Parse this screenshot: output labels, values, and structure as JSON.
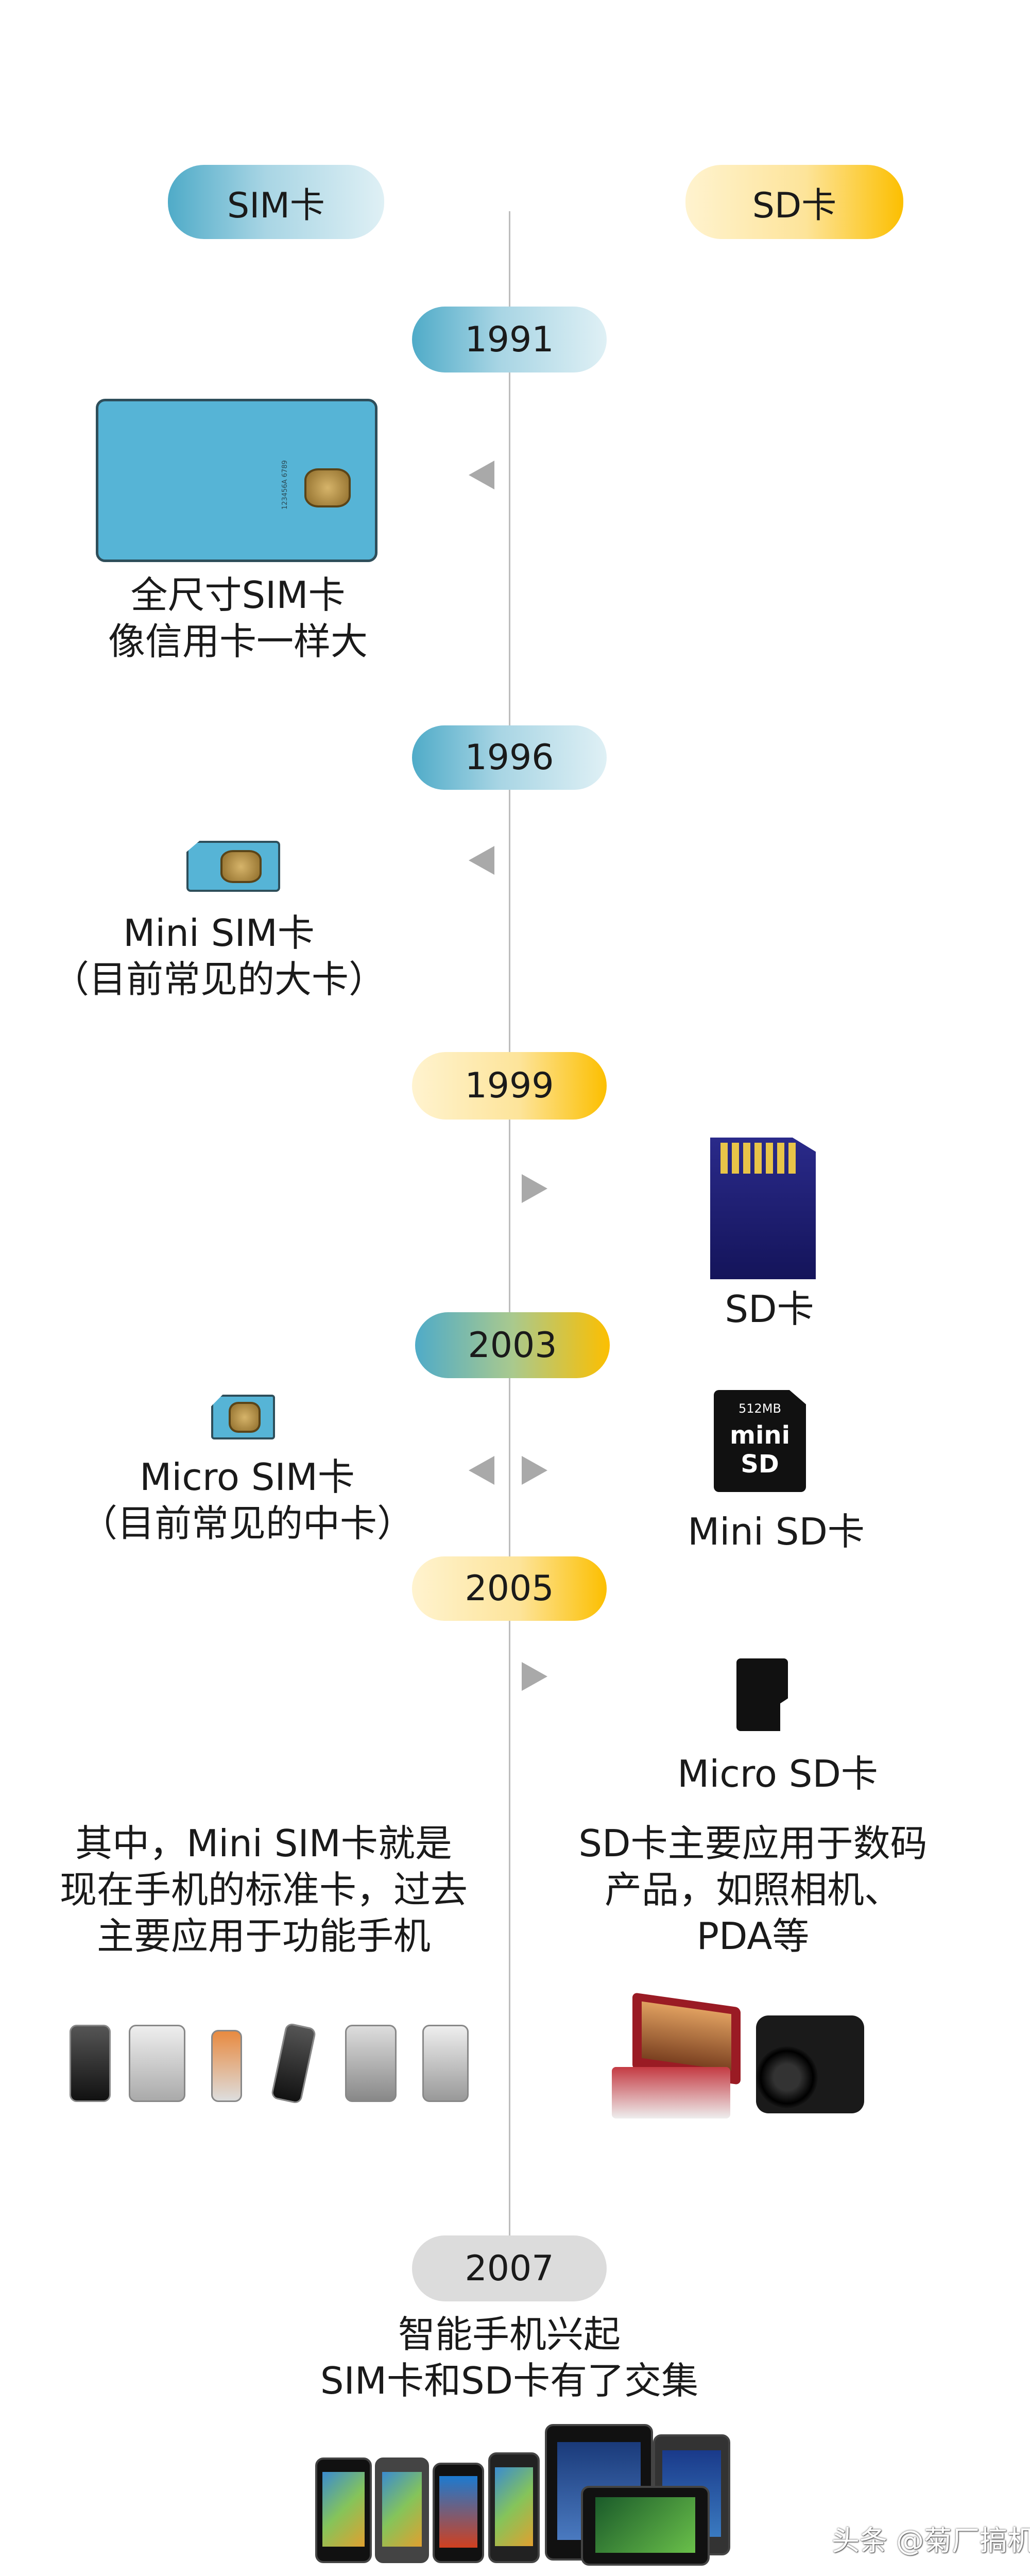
{
  "headers": {
    "sim": "SIM卡",
    "sd": "SD卡"
  },
  "years": [
    "1991",
    "1996",
    "1999",
    "2003",
    "2005",
    "2007"
  ],
  "items": {
    "full_sim": {
      "line1": "全尺寸SIM卡",
      "line2": "像信用卡一样大",
      "card_text": "123456A 6789"
    },
    "mini_sim": {
      "line1": "Mini SIM卡",
      "line2": "（目前常见的大卡）"
    },
    "sd": {
      "label": "SD卡"
    },
    "micro_sim": {
      "line1": "Micro SIM卡",
      "line2": "（目前常见的中卡）"
    },
    "mini_sd": {
      "label": "Mini SD卡",
      "card_text": "512MB",
      "logo": "mini SD"
    },
    "micro_sd": {
      "label": "Micro SD卡"
    }
  },
  "notes": {
    "left": [
      "其中，Mini SIM卡就是",
      "现在手机的标准卡，过去",
      "主要应用于功能手机"
    ],
    "right": [
      "SD卡主要应用于数码",
      "产品，如照相机、",
      "PDA等"
    ]
  },
  "finale": {
    "line1": "智能手机兴起",
    "line2": "SIM卡和SD卡有了交集"
  },
  "watermark": "头条 @菊厂搞机",
  "colors": {
    "sim": "#4fabc8",
    "sd": "#fcbf00",
    "card": "#56b4d6",
    "arrow": "#a9a9a9",
    "line": "#bdbdbd"
  }
}
